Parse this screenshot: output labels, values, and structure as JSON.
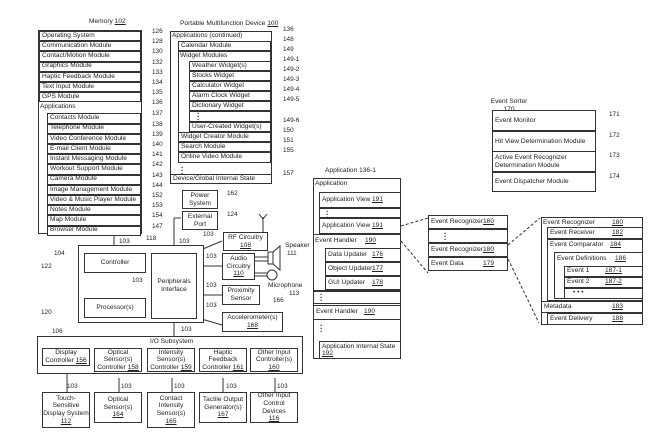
{
  "memory": {
    "title": "Memory",
    "ref": "102",
    "items": [
      {
        "label": "Operating System",
        "ref": "126"
      },
      {
        "label": "Communication Module",
        "ref": "128"
      },
      {
        "label": "Contact/Motion Module",
        "ref": "130"
      },
      {
        "label": "Graphics Module",
        "ref": "132"
      },
      {
        "label": "Haptic Feedback Module",
        "ref": "133"
      },
      {
        "label": "Text Input Module",
        "ref": "134"
      },
      {
        "label": "GPS Module",
        "ref": "135"
      }
    ],
    "applications_label": "Applications",
    "applications_ref": "136",
    "apps": [
      {
        "label": "Contacts Module",
        "ref": "137"
      },
      {
        "label": "Telephone Module",
        "ref": "138"
      },
      {
        "label": "Video Conference Module",
        "ref": "139"
      },
      {
        "label": "E-mail Client Module",
        "ref": "140"
      },
      {
        "label": "Instant Messaging Module",
        "ref": "141"
      },
      {
        "label": "Workout Support Module",
        "ref": "142"
      },
      {
        "label": "Camera Module",
        "ref": "143"
      },
      {
        "label": "Image Management Module",
        "ref": "144"
      },
      {
        "label": "Video & Music Player Module",
        "ref": "152"
      },
      {
        "label": "Notes Module",
        "ref": "153"
      },
      {
        "label": "Map Module",
        "ref": "154"
      },
      {
        "label": "Browser Module",
        "ref": "147"
      }
    ]
  },
  "device": {
    "title": "Portable Multifunction Device",
    "ref": "100",
    "apps_continued_label": "Applications (continued)",
    "apps_continued_ref": "136",
    "calendar": {
      "label": "Calendar Module",
      "ref": "148"
    },
    "widget_modules": {
      "label": "Widget Modules",
      "ref": "149"
    },
    "widgets": [
      {
        "label": "Weather Widget(s)",
        "ref": "149-1"
      },
      {
        "label": "Stocks Widget",
        "ref": "149-2"
      },
      {
        "label": "Calculator Widget",
        "ref": "149-3"
      },
      {
        "label": "Alarm Clock Widget",
        "ref": "149-4"
      },
      {
        "label": "Dictionary Widget",
        "ref": "149-5"
      }
    ],
    "user_widget": {
      "label": "User-Created Widget(s)",
      "ref": "149-6"
    },
    "more_modules": [
      {
        "label": "Widget Creator Module",
        "ref": "150"
      },
      {
        "label": "Search Module",
        "ref": "151"
      },
      {
        "label": "Online Video Module",
        "ref": "155"
      }
    ],
    "global_state": {
      "label": "Device/Global Internal State",
      "ref": "157"
    }
  },
  "hardware": {
    "power": {
      "label_1": "Power",
      "label_2": "System",
      "ref": "162"
    },
    "external_port": {
      "label_1": "External",
      "label_2": "Port",
      "ref": "124"
    },
    "rf": {
      "label": "RF Circuitry",
      "ref": "108"
    },
    "audio": {
      "label_1": "Audio",
      "label_2": "Circuitry",
      "ref": "110"
    },
    "speaker": {
      "label": "Speaker",
      "ref": "111"
    },
    "microphone": {
      "label": "Microphone",
      "ref": "113"
    },
    "proximity": {
      "label_1": "Proximity",
      "label_2": "Sensor",
      "ref": "166"
    },
    "accelerometer": {
      "label": "Accelerometer(s)",
      "ref": "168"
    },
    "chip_ref": "104",
    "controller": {
      "label": "Controller",
      "ref": "122"
    },
    "processor": {
      "label": "Processor(s)",
      "ref": "120"
    },
    "peripherals": {
      "label_1": "Peripherals",
      "label_2": "Interface",
      "ref": "118"
    },
    "bus_ref": "103"
  },
  "io": {
    "title": "I/O Subsystem",
    "ref": "106",
    "controllers": [
      {
        "l1": "Display",
        "l2": "Controller",
        "ref": "156"
      },
      {
        "l1": "Optical",
        "l2": "Sensor(s)",
        "l3": "Controller",
        "ref": "158"
      },
      {
        "l1": "Intensity",
        "l2": "Sensor(s)",
        "l3": "Controller",
        "ref": "159"
      },
      {
        "l1": "Haptic",
        "l2": "Feedback",
        "l3": "Controller",
        "ref": "161"
      },
      {
        "l1": "Other Input",
        "l2": "Controller(s)",
        "ref": "160"
      }
    ],
    "devices": [
      {
        "l1": "Touch-",
        "l2": "Sensitive",
        "l3": "Display System",
        "ref": "112"
      },
      {
        "l1": "Optical",
        "l2": "Sensor(s)",
        "ref": "164"
      },
      {
        "l1": "Contact",
        "l2": "Intensity",
        "l3": "Sensor(s)",
        "ref": "165"
      },
      {
        "l1": "Tactile Output",
        "l2": "Generator(s)",
        "ref": "167"
      },
      {
        "l1": "Other Input",
        "l2": "Control Devices",
        "ref": "116"
      }
    ]
  },
  "event_sorter": {
    "title": "Event Sorter",
    "ref": "170",
    "items": [
      {
        "label": "Event Monitor",
        "ref": "171"
      },
      {
        "label": "Hit View Determination Module",
        "ref": "172"
      },
      {
        "label_1": "Active Event Recognizer",
        "label_2": "Determination Module",
        "ref": "173"
      },
      {
        "label": "Event Dispatcher Module",
        "ref": "174"
      }
    ]
  },
  "application": {
    "title": "Application 136-1",
    "header": "Application",
    "app_view": {
      "label": "Application View",
      "ref": "191"
    },
    "event_handler": {
      "label": "Event Handler",
      "ref": "190"
    },
    "updaters": [
      {
        "label": "Data Updater",
        "ref": "176"
      },
      {
        "label": "Object Updater",
        "ref": "177"
      },
      {
        "label": "GUI Updater",
        "ref": "178"
      }
    ],
    "internal_state": {
      "label": "Application Internal State",
      "ref": "192"
    }
  },
  "recognizers": {
    "event_recognizer": {
      "label": "Event Recognizer",
      "ref": "180"
    },
    "event_data": {
      "label": "Event Data",
      "ref": "179"
    }
  },
  "recognizer_detail": {
    "header": {
      "label": "Event Recognizer",
      "ref": "180"
    },
    "receiver": {
      "label": "Event Receiver",
      "ref": "182"
    },
    "comparator": {
      "label": "Event Comparator",
      "ref": "184"
    },
    "definitions": {
      "label": "Event Definitions",
      "ref": "186"
    },
    "events": [
      {
        "label": "Event 1",
        "ref": "187-1"
      },
      {
        "label": "Event 2",
        "ref": "187-2"
      }
    ],
    "ellipsis": "• • •",
    "metadata": {
      "label": "Metadata",
      "ref": "183"
    },
    "delivery": {
      "label": "Event Delivery",
      "ref": "188"
    }
  }
}
